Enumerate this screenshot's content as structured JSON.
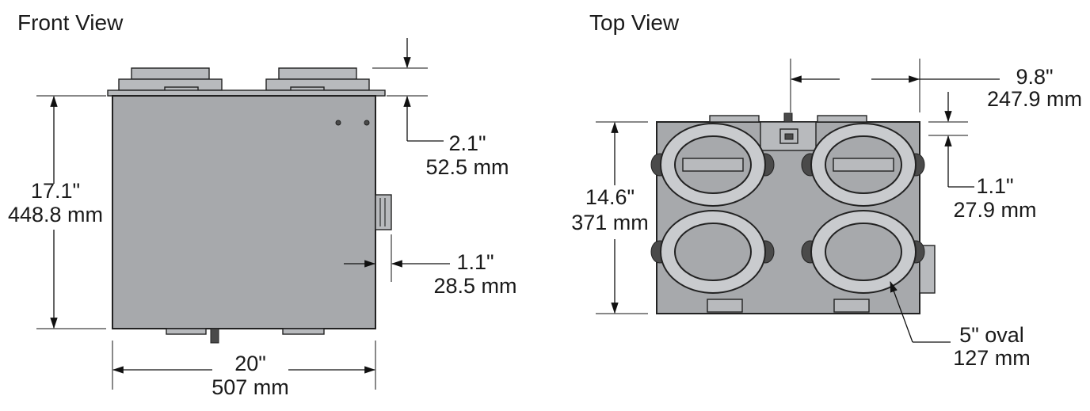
{
  "views": {
    "front": {
      "title": "Front View"
    },
    "top": {
      "title": "Top View"
    }
  },
  "dimensions": {
    "front_height": {
      "imperial": "17.1\"",
      "metric": "448.8 mm"
    },
    "front_collar": {
      "imperial": "2.1\"",
      "metric": "52.5 mm"
    },
    "front_side": {
      "imperial": "1.1\"",
      "metric": "28.5 mm"
    },
    "front_width": {
      "imperial": "20\"",
      "metric": "507 mm"
    },
    "top_depth": {
      "imperial": "14.6\"",
      "metric": "371 mm"
    },
    "top_offset": {
      "imperial": "9.8\"",
      "metric": "247.9 mm"
    },
    "top_flange": {
      "imperial": "1.1\"",
      "metric": "27.9 mm"
    },
    "oval_port": {
      "imperial": "5\" oval",
      "metric": "127 mm"
    }
  }
}
